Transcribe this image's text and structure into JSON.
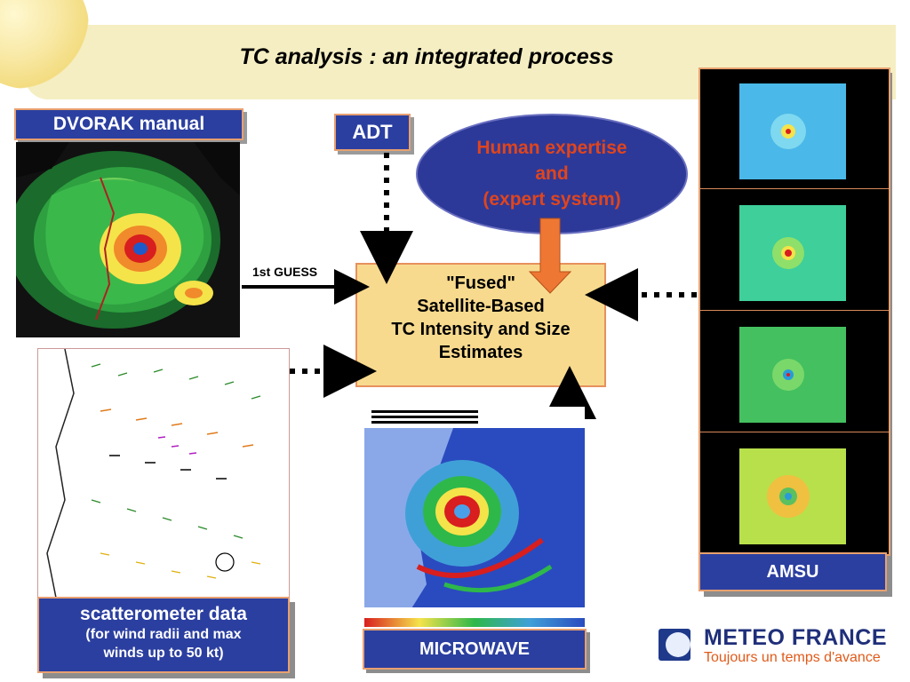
{
  "title": "TC analysis : an integrated process",
  "labels": {
    "dvorak": "DVORAK manual",
    "adt": "ADT",
    "expert_line1": "Human expertise",
    "expert_line2": "and",
    "expert_line3": "(expert system)",
    "fused_line1": "\"Fused\"",
    "fused_line2": "Satellite-Based",
    "fused_line3": "TC Intensity and Size",
    "fused_line4": "Estimates",
    "first_guess": "1st GUESS",
    "scat_title": "scatterometer data",
    "scat_sub1": "(for wind radii and max",
    "scat_sub2": "winds up to 50 kt)",
    "microwave": "MICROWAVE",
    "amsu": "AMSU"
  },
  "logo": {
    "name": "METEO FRANCE",
    "tagline": "Toujours un temps d'avance"
  },
  "colors": {
    "label_blue": "#2b3fa0",
    "label_border": "#e8a070",
    "fused_fill": "#f8da8e",
    "expert_text": "#e0451d",
    "header_band": "#f5eec2",
    "arrow_orange": "#ee7733"
  }
}
